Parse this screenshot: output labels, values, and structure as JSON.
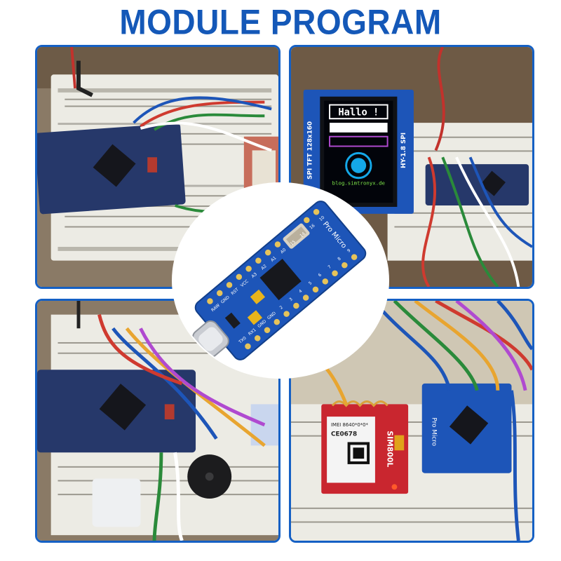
{
  "title": "MODULE PROGRAM",
  "panels": {
    "top_right": {
      "tft_label_left": "SPI TFT 128x160",
      "tft_label_right": "HY-1.8 SPI",
      "screen_greeting": "Hallo !",
      "screen_url": "blog.simtronyx.de"
    },
    "bottom_right": {
      "gsm_model": "SIM800L",
      "gsm_ce": "CE0678",
      "gsm_imei": "IMEI 8640*0*0*",
      "board_label": "Pro Micro"
    }
  },
  "center_board": {
    "label": "Pro Micro",
    "pins_top": [
      "RAW",
      "GND",
      "RST",
      "VCC",
      "A3",
      "A2",
      "A1",
      "A0",
      "15",
      "14",
      "16",
      "10"
    ],
    "pins_bottom": [
      "TX0",
      "RX1",
      "GND",
      "GND",
      "2",
      "3",
      "4",
      "5",
      "6",
      "7",
      "8",
      "9"
    ]
  },
  "colors": {
    "title": "#1458b8",
    "panel_border": "#1560c4",
    "pcb_blue": "#1d55b8",
    "pcb_dark": "#22345e"
  }
}
